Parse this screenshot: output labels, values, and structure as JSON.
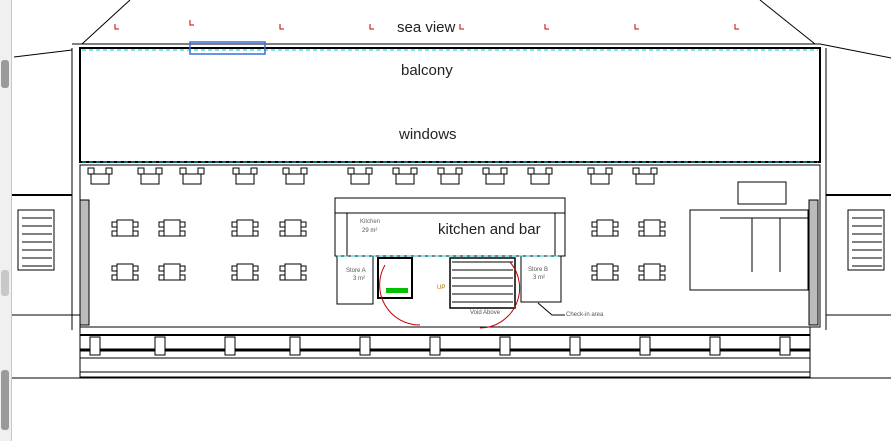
{
  "labels": {
    "sea_view": "sea view",
    "balcony": "balcony",
    "windows": "windows",
    "kitchen_and_bar": "kitchen and bar"
  },
  "plan_annotations": {
    "kitchen": "Kitchen",
    "kitchen_area": "29 m²",
    "store_a": "Store A",
    "store_a_area": "3 m²",
    "store_b": "Store B",
    "store_b_area": "3 m²",
    "up": "UP",
    "void_above": "Void Above",
    "check_in": "Check-in area"
  },
  "colors": {
    "line": "#000000",
    "section_marker": "#c00000",
    "guide": "#00c8d8",
    "selection": "#3a6fd8",
    "lift": "#00c000"
  }
}
